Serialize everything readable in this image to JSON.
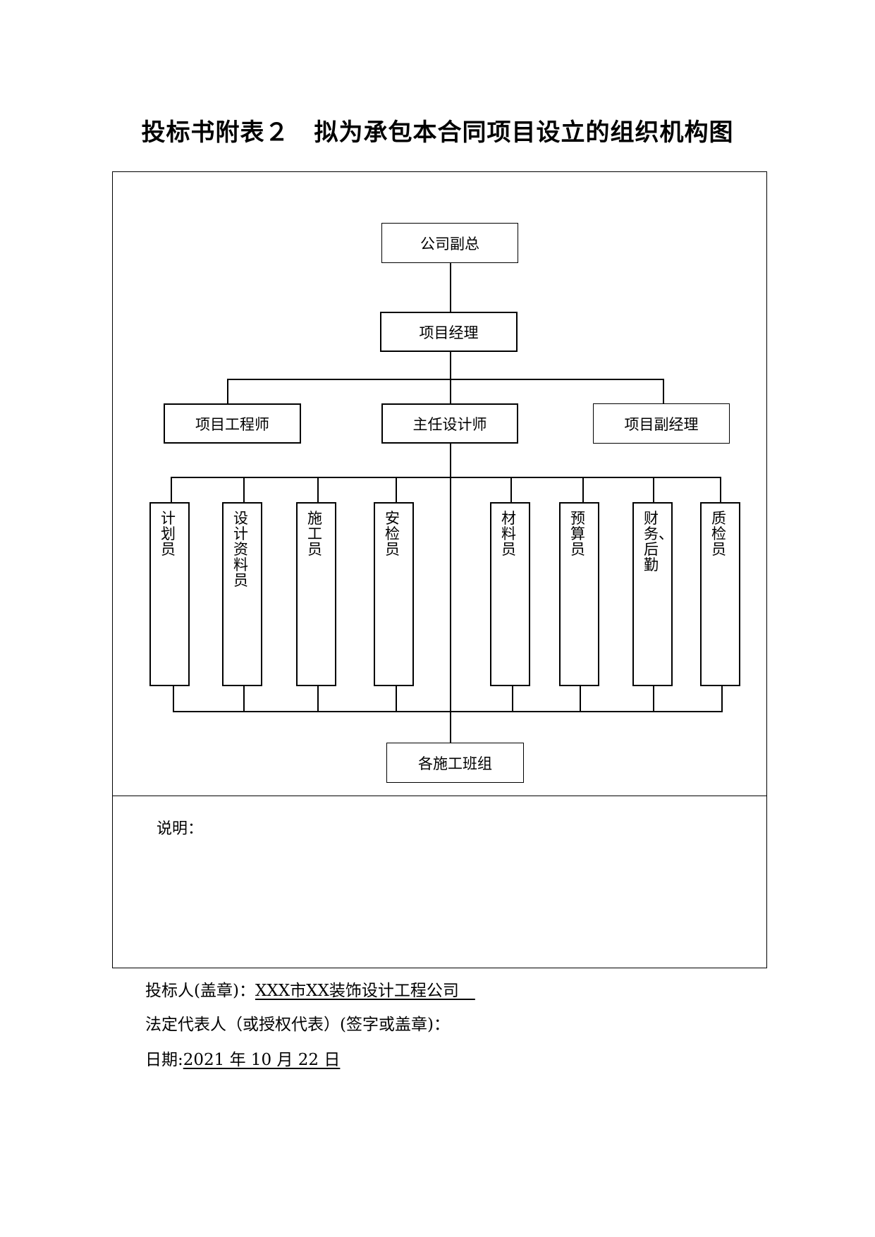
{
  "title": "投标书附表２　拟为承包本合同项目设立的组织机构图",
  "org": {
    "top": "公司副总",
    "manager": "项目经理",
    "level3": {
      "left": "项目工程师",
      "center": "主任设计师",
      "right": "项目副经理"
    },
    "staff": [
      "计划员",
      "设计资料员",
      "施工员",
      "安检员",
      "材料员",
      "预算员",
      "财务、后勤",
      "质检员"
    ],
    "bottom": "各施工班组"
  },
  "note_label": "说明：",
  "footer": {
    "bidder_label": "投标人(盖章)：",
    "bidder_value": "XXX市XX装饰设计工程公司　",
    "rep_label": "法定代表人（或授权代表）(签字或盖章)：",
    "date_label": "日期:",
    "date_value": "2021 年 10 月 22 日"
  }
}
